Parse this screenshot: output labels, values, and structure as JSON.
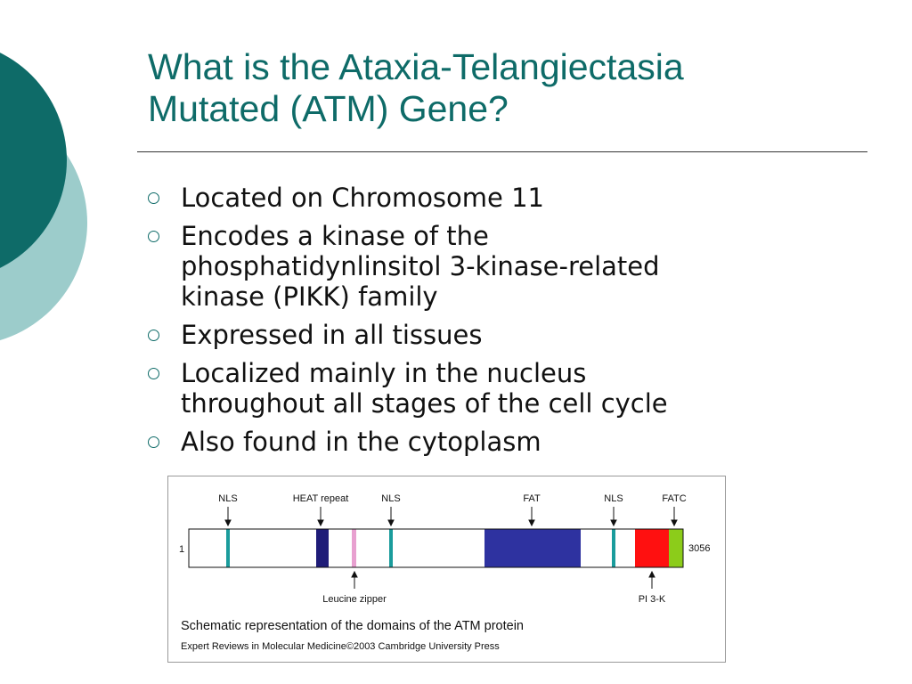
{
  "slide": {
    "title_lines": [
      "What is the Ataxia-Telangiectasia",
      "Mutated (ATM) Gene?"
    ],
    "bullets": [
      {
        "lines": [
          "Located on Chromosome 11"
        ]
      },
      {
        "lines": [
          "Encodes a kinase of the",
          "phosphatidynlinsitol 3-kinase-related",
          "kinase (PIKK) family"
        ]
      },
      {
        "lines": [
          "Expressed in all tissues"
        ]
      },
      {
        "lines": [
          "Localized mainly in the nucleus",
          "throughout all stages of the cell cycle"
        ]
      },
      {
        "lines": [
          "Also found in the cytoplasm"
        ]
      }
    ],
    "colors": {
      "teal_dark": "#0e6b68",
      "teal_light": "#9ccccb"
    }
  },
  "figure": {
    "start_label": "1",
    "end_label": "3056",
    "labels_above": [
      "NLS",
      "HEAT repeat",
      "NLS",
      "FAT",
      "NLS",
      "FATC"
    ],
    "labels_below": [
      "Leucine zipper",
      "PI 3-K"
    ],
    "caption": "Schematic representation of the domains of the ATM protein",
    "credit": "Expert Reviews in Molecular Medicine©2003 Cambridge University Press",
    "colors": {
      "nls": "#1a9c9c",
      "heat": "#1f1c78",
      "zipper": "#e8a0d0",
      "fat": "#2e32a0",
      "pi3k": "#ff1010",
      "fatc": "#8ccc1a"
    }
  }
}
